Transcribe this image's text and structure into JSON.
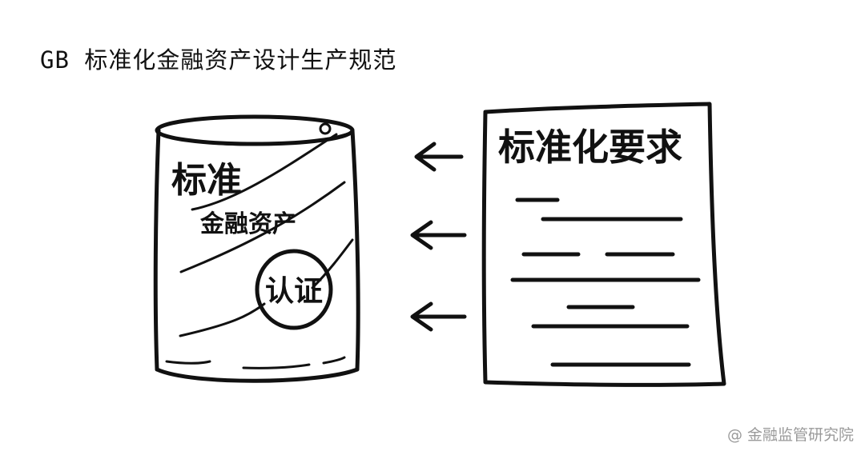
{
  "title": "GB 标准化金融资产设计生产规范",
  "can": {
    "label_standard": "标准",
    "label_assets": "金融资产",
    "badge": "认证"
  },
  "document": {
    "heading": "标准化要求"
  },
  "watermark": {
    "symbol": "@",
    "text": "金融监管研究院"
  },
  "icons": [
    "arrow-left-icon",
    "at-icon"
  ]
}
